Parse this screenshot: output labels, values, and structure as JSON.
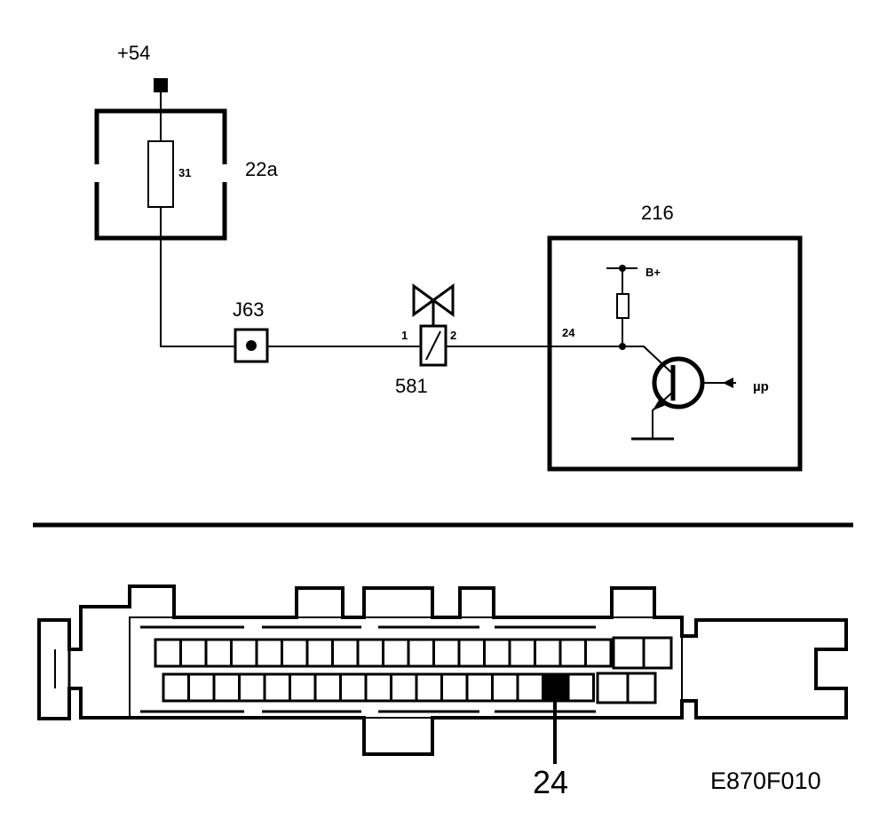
{
  "labels": {
    "supply_terminal": "+54",
    "fuse_box_id": "22a",
    "fuse_number": "31",
    "junction_id": "J63",
    "valve_id": "581",
    "valve_pin_1": "1",
    "valve_pin_2": "2",
    "ecu_id": "216",
    "ecu_pin": "24",
    "supply_plus": "B+",
    "microprocessor": "µp"
  },
  "connector": {
    "highlighted_pin": "24",
    "figure_code": "E870F010"
  },
  "colors": {
    "line": "#000000",
    "background": "#ffffff"
  }
}
